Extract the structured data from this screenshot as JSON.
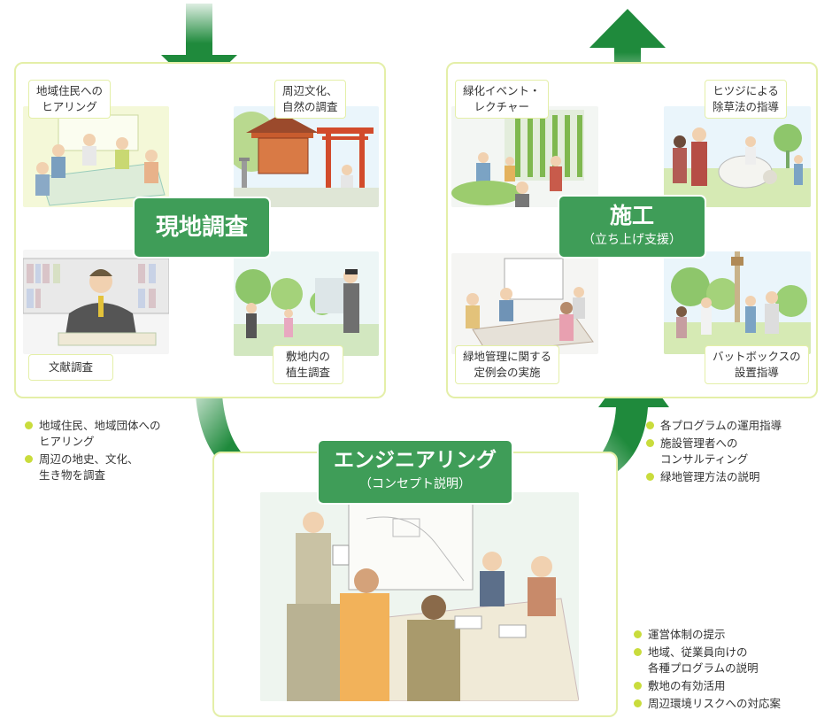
{
  "colors": {
    "accent_green": "#3f9d58",
    "panel_border": "#e4efa8",
    "bullet": "#c9dc3c"
  },
  "survey": {
    "title": "現地調査",
    "labels": {
      "hearing": "地域住民への\nヒアリング",
      "culture": "周辺文化、\n自然の調査",
      "literature": "文献調査",
      "vegetation": "敷地内の\n植生調査"
    },
    "bullets": [
      "地域住民、地域団体への\nヒアリング",
      "周辺の地史、文化、\n生き物を調査"
    ]
  },
  "engineering": {
    "title": "エンジニアリング",
    "subtitle": "（コンセプト説明）",
    "bullets": [
      "運営体制の提示",
      "地域、従業員向けの\n各種プログラムの説明",
      "敷地の有効活用",
      "周辺環境リスクへの対応案"
    ]
  },
  "construction": {
    "title": "施工",
    "subtitle": "（立ち上げ支援）",
    "labels": {
      "event": "緑化イベント・\nレクチャー",
      "sheep": "ヒツジによる\n除草法の指導",
      "meeting": "緑地管理に関する\n定例会の実施",
      "batbox": "バットボックスの\n設置指導"
    },
    "bullets": [
      "各プログラムの運用指導",
      "施設管理者への\nコンサルティング",
      "緑地管理方法の説明"
    ]
  }
}
